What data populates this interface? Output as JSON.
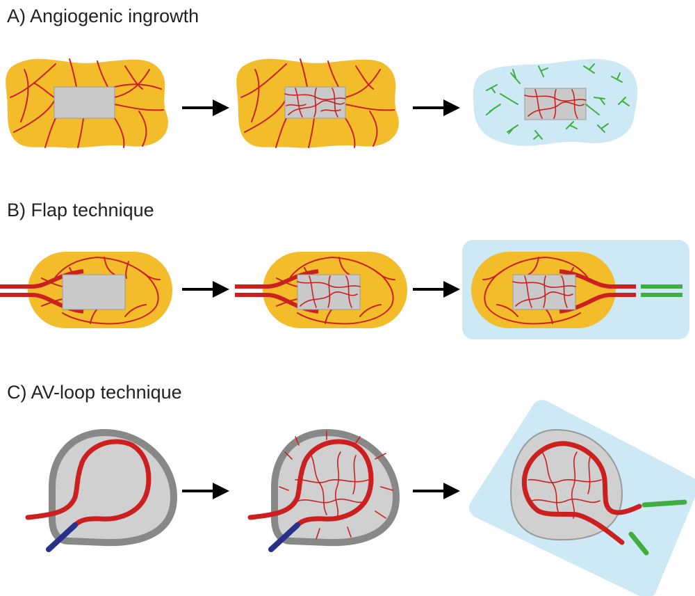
{
  "sections": {
    "a": {
      "label": "A) Angiogenic ingrowth"
    },
    "b": {
      "label": "B) Flap technique"
    },
    "c": {
      "label": "C) AV-loop technique"
    }
  },
  "colors": {
    "fat_tissue": "#f2bc2a",
    "scaffold": "#c9c9c9",
    "scaffold_border": "#8a8a8a",
    "vessel": "#cc1f1f",
    "host_vessel": "#3fae3f",
    "host_tissue": "#cde9f5",
    "vein": "#2a2f8a",
    "chamber": "#888888",
    "arrow": "#000000"
  },
  "icons": [
    "arrow-right-icon"
  ]
}
